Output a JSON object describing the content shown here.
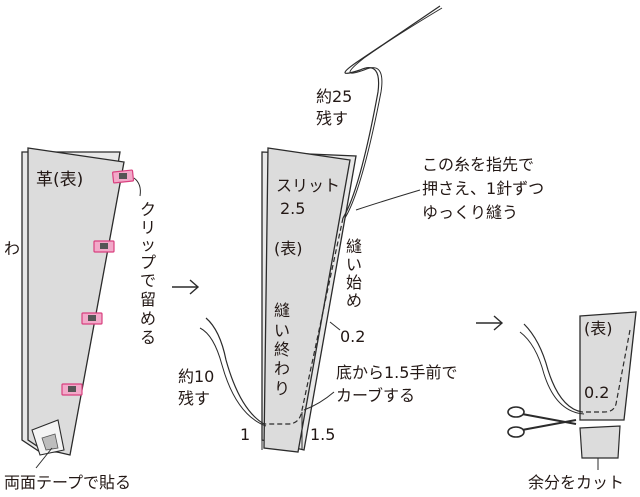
{
  "colors": {
    "leather": "#dcdcdc",
    "stroke": "#2b2b2b",
    "clip": "#f2a9c9",
    "clip_stroke": "#d9407f"
  },
  "labels": {
    "leather_front": "革(表)",
    "fold": "わ",
    "clip": [
      "ク",
      "リ",
      "ッ",
      "プ",
      "で",
      "留",
      "め",
      "る"
    ],
    "tape": "両面テープで貼る",
    "thread_length_1": "約25",
    "thread_length_2": "残す",
    "slit_1": "スリット",
    "slit_2": "2.5",
    "front_2": "(表)",
    "sew_start": [
      "縫",
      "い",
      "始",
      "め"
    ],
    "sew_end": [
      "縫",
      "い",
      "終",
      "わ",
      "り"
    ],
    "seam_02": "0.2",
    "press_1": "この糸を指先で",
    "press_2": "押さえ、1針ずつ",
    "press_3": "ゆっくり縫う",
    "remain10_1": "約10",
    "remain10_2": "残す",
    "curve_1": "底から1.5手前で",
    "curve_2": "カーブする",
    "dim_1": "1",
    "dim_15": "1.5",
    "front_3": "(表)",
    "seam_02_b": "0.2",
    "cut": "余分をカット"
  },
  "icons": [
    "arrow-right-icon",
    "scissors-icon",
    "clip-icon"
  ]
}
